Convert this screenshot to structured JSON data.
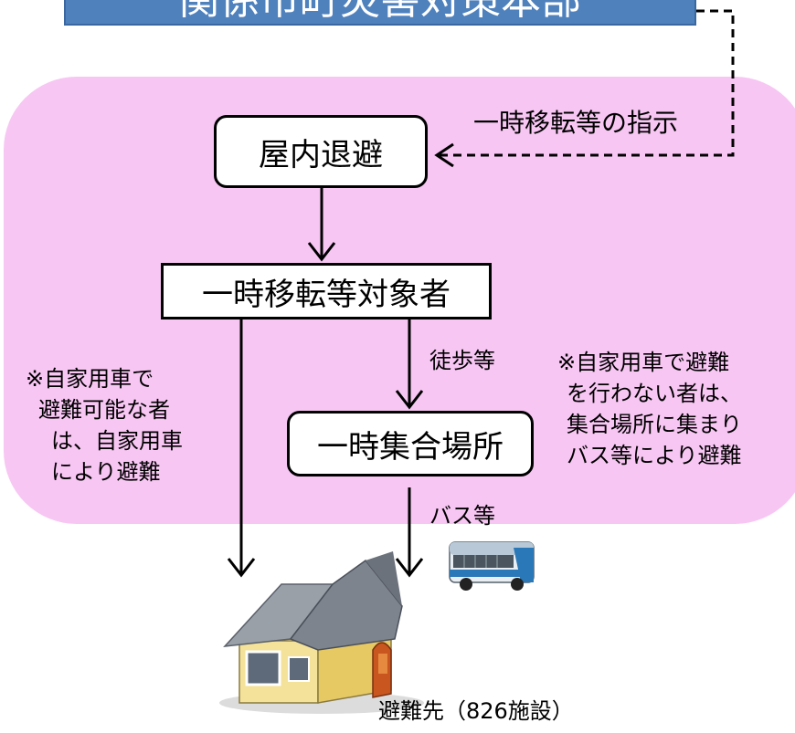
{
  "header": {
    "title": "関係市町災害対策本部"
  },
  "boxes": {
    "shelter": "屋内退避",
    "targets": "一時移転等対象者",
    "assembly": "一時集合場所"
  },
  "labels": {
    "instruction": "一時移転等の指示",
    "walk": "徒歩等",
    "bus": "バス等",
    "note_left": [
      "※自家用車で",
      "避難可能な者",
      "は、自家用車",
      "により避難"
    ],
    "note_right": [
      "※自家用車で避難",
      "を行わない者は、",
      "集合場所に集まり",
      "バス等により避難"
    ],
    "destination": "避難先（826施設）"
  },
  "icons": [
    "bus-icon",
    "house-icon"
  ],
  "colors": {
    "zone": "#f7c6f3",
    "header": "#4f81bd"
  }
}
